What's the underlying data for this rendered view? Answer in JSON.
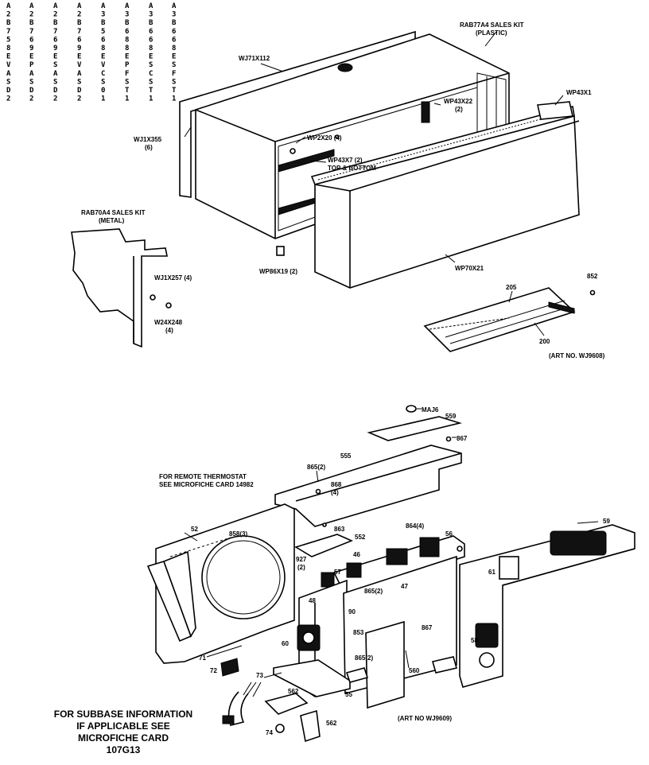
{
  "model_columns": [
    [
      "A",
      "2",
      "B",
      "7",
      "5",
      "8",
      "E",
      "V",
      "A",
      "S",
      "D",
      "2"
    ],
    [
      "A",
      "2",
      "B",
      "7",
      "6",
      "9",
      "E",
      "P",
      "A",
      "S",
      "D",
      "2"
    ],
    [
      "A",
      "2",
      "B",
      "7",
      "6",
      "9",
      "E",
      "S",
      "A",
      "S",
      "D",
      "2"
    ],
    [
      "A",
      "2",
      "B",
      "7",
      "6",
      "9",
      "E",
      "V",
      "A",
      "S",
      "D",
      "2"
    ],
    [
      "A",
      "3",
      "B",
      "5",
      "6",
      "8",
      "E",
      "V",
      "C",
      "S",
      "0",
      "1"
    ],
    [
      "A",
      "3",
      "B",
      "6",
      "8",
      "8",
      "E",
      "P",
      "F",
      "S",
      "T",
      "1"
    ],
    [
      "A",
      "3",
      "B",
      "6",
      "6",
      "8",
      "E",
      "S",
      "C",
      "S",
      "T",
      "1"
    ],
    [
      "A",
      "3",
      "B",
      "6",
      "6",
      "8",
      "E",
      "S",
      "F",
      "S",
      "T",
      "1"
    ]
  ],
  "labels": {
    "wj71x112": "WJ71X112",
    "rab77a4_line1": "RAB77A4 SALES KIT",
    "rab77a4_line2": "(PLASTIC)",
    "wp43x1": "WP43X1",
    "wp43x22": "WP43X22",
    "wp43x22_qty": "(2)",
    "wj1x355": "WJ1X355",
    "wj1x355_qty": "(6)",
    "wp2x20": "WP2X20 (4)",
    "wp43x7_line1": "WP43X7 (2)",
    "wp43x7_line2": "TOP & BOTTOM",
    "rab70a4_line1": "RAB70A4 SALES KIT",
    "rab70a4_line2": "(METAL)",
    "wj1x257": "WJ1X257 (4)",
    "w24x248": "W24X248",
    "w24x248_qty": "(4)",
    "wp86x19": "WP86X19 (2)",
    "wp70x21": "WP70X21",
    "n852": "852",
    "n205": "205",
    "n200": "200",
    "art_top": "(ART NO. WJ9608)",
    "remote_line1": "FOR REMOTE THERMOSTAT",
    "remote_line2": "SEE MICROFICHE CARD 14982",
    "art_bottom": "(ART NO WJ9609)"
  },
  "part_numbers": {
    "p1": "MAJ6",
    "p2": "559",
    "p3": "867",
    "p4": "555",
    "p5": "865(2)",
    "p6": "868",
    "p6q": "(4)",
    "p7": "52",
    "p8": "858(3)",
    "p9": "863",
    "p10": "552",
    "p11": "864(4)",
    "p12": "56",
    "p13": "927",
    "p13q": "(2)",
    "p14": "46",
    "p15": "47",
    "p16": "57",
    "p17": "59",
    "p18": "61",
    "p19": "48",
    "p20": "865(2)",
    "p21": "867",
    "p22": "90",
    "p23": "853",
    "p24": "865(2)",
    "p25": "560",
    "p26": "60",
    "p27": "58",
    "p28": "71",
    "p29": "72",
    "p30": "73",
    "p31": "55",
    "p32": "562",
    "p33": "74",
    "p34": "562"
  },
  "subbase_note": [
    "FOR SUBBASE INFORMATION",
    "IF APPLICABLE SEE",
    "MICROFICHE CARD",
    "107G13"
  ]
}
